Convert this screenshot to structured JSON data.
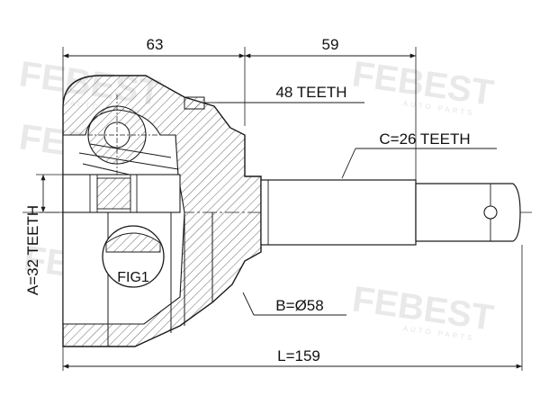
{
  "dimensions": {
    "housing_length": "63",
    "shaft_length": "59",
    "total_length": "L=159",
    "abs_ring": "48 TEETH",
    "outer_spline": "C=26 TEETH",
    "inner_spline": "A=32 TEETH",
    "boot_diameter": "B=Ø58",
    "detail_callout": "FIG1"
  },
  "watermark": {
    "brand": "FEBEST",
    "tagline": "AUTO PARTS"
  },
  "colors": {
    "line": "#1a1a1a",
    "watermark": "#e6e6e6",
    "hatch": "#555555"
  }
}
